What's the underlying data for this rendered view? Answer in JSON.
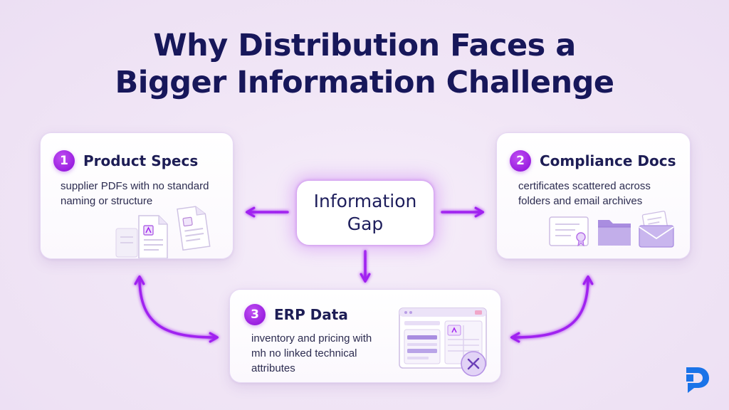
{
  "title": {
    "line1": "Why Distribution Faces a",
    "line2": "Bigger Information Challenge"
  },
  "center": {
    "line1": "Information",
    "line2": "Gap"
  },
  "cards": [
    {
      "number": "1",
      "title": "Product Specs",
      "desc_line1": "supplier PDFs with no standard",
      "desc_line2": "naming or structure",
      "icon": "document-stack-icon"
    },
    {
      "number": "2",
      "title": "Compliance Docs",
      "desc_line1": "certificates scattered across",
      "desc_line2": "folders and email archives",
      "icon": "certificate-folder-email-icon"
    },
    {
      "number": "3",
      "title": "ERP Data",
      "desc_line1": "inventory and pricing with",
      "desc_line2": "mh no linked technical",
      "desc_line3": "attributes",
      "icon": "erp-window-icon"
    }
  ],
  "colors": {
    "accent": "#a020f0",
    "title": "#17175a",
    "logo": "#1a73e8"
  }
}
